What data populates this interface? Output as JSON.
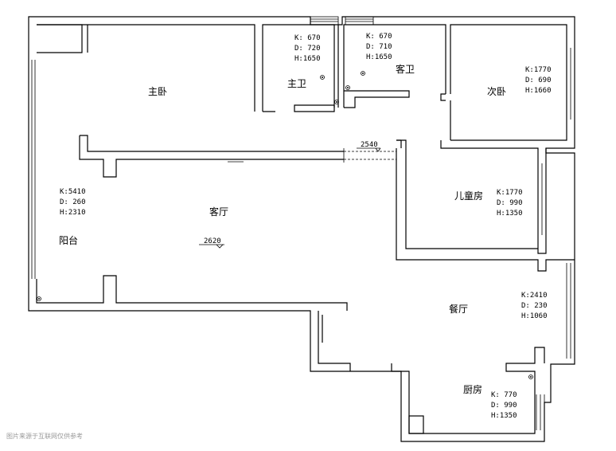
{
  "rooms": {
    "master_bedroom": "主卧",
    "master_bath": "主卫",
    "guest_bath": "客卫",
    "second_bedroom": "次卧",
    "living_room": "客厅",
    "balcony": "阳台",
    "kids_room": "儿童房",
    "dining_room": "餐厅",
    "kitchen": "厨房"
  },
  "specs": {
    "master_bath": {
      "k": "K: 670",
      "d": "D: 720",
      "h": "H:1650"
    },
    "guest_bath": {
      "k": "K: 670",
      "d": "D: 710",
      "h": "H:1650"
    },
    "second_bedroom": {
      "k": "K:1770",
      "d": "D: 690",
      "h": "H:1660"
    },
    "living_room": {
      "k": "K:5410",
      "d": "D: 260",
      "h": "H:2310"
    },
    "kids_room": {
      "k": "K:1770",
      "d": "D: 990",
      "h": "H:1350"
    },
    "dining_room": {
      "k": "K:2410",
      "d": "D: 230",
      "h": "H:1060"
    },
    "kitchen": {
      "k": "K: 770",
      "d": "D: 990",
      "h": "H:1350"
    }
  },
  "dimensions": {
    "corridor_width": "2540",
    "living_width": "2620"
  },
  "watermark": "图片来源于互联网仅供参考"
}
